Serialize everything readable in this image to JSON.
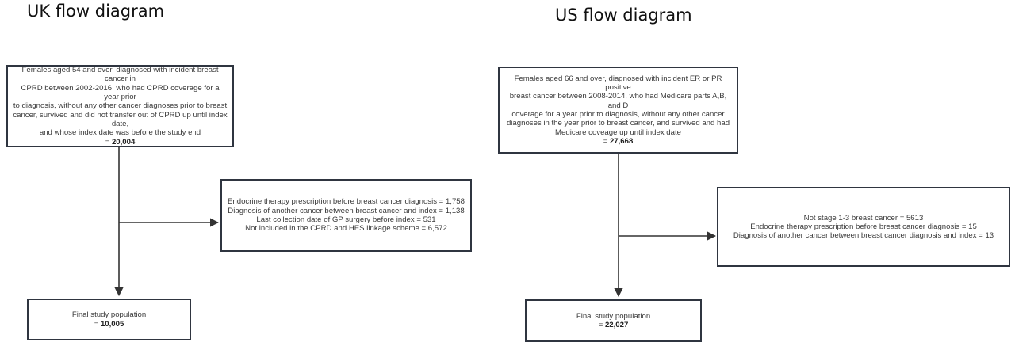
{
  "uk": {
    "title": "UK flow diagram",
    "start": {
      "lines": [
        "Females aged 54 and over, diagnosed with incident breast cancer in",
        "CPRD between 2002-2016, who had CPRD coverage for a year prior",
        "to diagnosis, without any other cancer diagnoses prior to breast",
        "cancer, survived and did not transfer out of CPRD up until index date,",
        "and whose index date was before the study end"
      ],
      "count_prefix": "= ",
      "count": "20,004"
    },
    "exclusions": [
      "Endocrine therapy prescription before breast cancer diagnosis = 1,758",
      "Diagnosis of another cancer between breast cancer and index = 1,138",
      "Last collection date of GP surgery before index = 531",
      "Not included in the CPRD and HES linkage scheme = 6,572"
    ],
    "final": {
      "label": "Final study population",
      "count_prefix": "= ",
      "count": "10,005"
    }
  },
  "us": {
    "title": "US flow diagram",
    "start": {
      "lines": [
        "Females aged 66 and over, diagnosed with incident ER or PR positive",
        "breast cancer between 2008-2014, who had Medicare parts A,B, and D",
        "coverage for a year prior to diagnosis, without any other cancer",
        "diagnoses in the year prior to breast cancer, and survived and had",
        "Medicare coveage up until index date"
      ],
      "count_prefix": "= ",
      "count": "27,668"
    },
    "exclusions": [
      "Not stage 1-3 breast cancer = 5613",
      "Endocrine therapy prescription before breast cancer diagnosis = 15",
      "Diagnosis of another cancer between breast cancer diagnosis and index = 13"
    ],
    "final": {
      "label": "Final study population",
      "count_prefix": "= ",
      "count": "22,027"
    }
  },
  "colors": {
    "border": "#2f3540",
    "text": "#3a3a3a",
    "arrow": "#333333"
  }
}
